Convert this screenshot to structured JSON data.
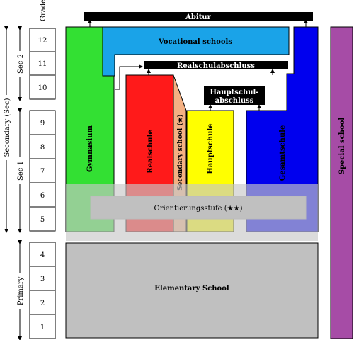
{
  "grades": {
    "header": "Grade",
    "numbers": [
      "1",
      "2",
      "3",
      "4",
      "5",
      "6",
      "7",
      "8",
      "9",
      "10",
      "11",
      "12"
    ]
  },
  "side_labels": {
    "secondary": "Secondary (Sec)",
    "sec2": "Sec 2",
    "sec1": "Sec 1",
    "primary": "Primary"
  },
  "schools": {
    "abitur": "Abitur",
    "vocational": "Vocational schools",
    "realschulabschluss": "Realschulabschluss",
    "hauptschulabschluss_1": "Hauptschul-",
    "hauptschulabschluss_2": "abschluss",
    "gymnasium": "Gymnasium",
    "realschule": "Realschule",
    "secondary_school": "Secondary school (★)",
    "hauptschule": "Hauptschule",
    "gesamtschule": "Gesamtschule",
    "orientierungsstufe": "Orientierungsstufe (★★)",
    "elementary": "Elementary School",
    "special": "Special school"
  },
  "colors": {
    "gymnasium": "#33e033",
    "vocational": "#1aa3e8",
    "realschule": "#ff1a1a",
    "secondary_school": "#f4b183",
    "hauptschule": "#ffff00",
    "gesamtschule": "#0000ee",
    "elementary": "#c0c0c0",
    "special": "#a64ca6",
    "label_bar": "#000000"
  }
}
